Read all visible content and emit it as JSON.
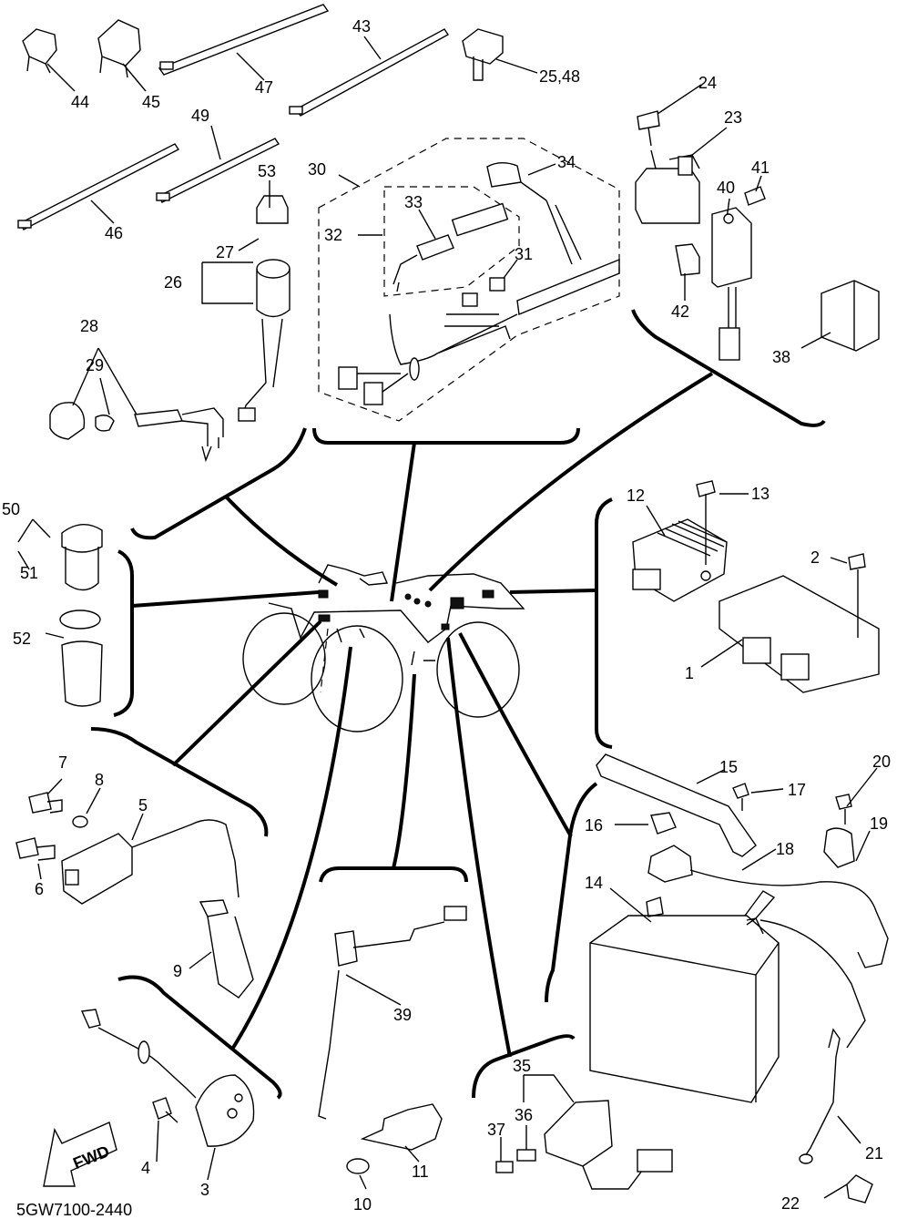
{
  "diagram": {
    "code": "5GW7100-2440",
    "fwd_label": "FWD",
    "callouts": [
      {
        "id": "c1",
        "text": "1"
      },
      {
        "id": "c2",
        "text": "2"
      },
      {
        "id": "c3",
        "text": "3"
      },
      {
        "id": "c4",
        "text": "4"
      },
      {
        "id": "c5",
        "text": "5"
      },
      {
        "id": "c6",
        "text": "6"
      },
      {
        "id": "c7",
        "text": "7"
      },
      {
        "id": "c8",
        "text": "8"
      },
      {
        "id": "c9",
        "text": "9"
      },
      {
        "id": "c10",
        "text": "10"
      },
      {
        "id": "c11",
        "text": "11"
      },
      {
        "id": "c12",
        "text": "12"
      },
      {
        "id": "c13",
        "text": "13"
      },
      {
        "id": "c14",
        "text": "14"
      },
      {
        "id": "c15",
        "text": "15"
      },
      {
        "id": "c16",
        "text": "16"
      },
      {
        "id": "c17",
        "text": "17"
      },
      {
        "id": "c18",
        "text": "18"
      },
      {
        "id": "c19",
        "text": "19"
      },
      {
        "id": "c20",
        "text": "20"
      },
      {
        "id": "c21",
        "text": "21"
      },
      {
        "id": "c22",
        "text": "22"
      },
      {
        "id": "c23",
        "text": "23"
      },
      {
        "id": "c24",
        "text": "24"
      },
      {
        "id": "c25",
        "text": "25,48"
      },
      {
        "id": "c26",
        "text": "26"
      },
      {
        "id": "c27",
        "text": "27"
      },
      {
        "id": "c28",
        "text": "28"
      },
      {
        "id": "c29",
        "text": "29"
      },
      {
        "id": "c30",
        "text": "30"
      },
      {
        "id": "c31",
        "text": "31"
      },
      {
        "id": "c32",
        "text": "32"
      },
      {
        "id": "c33",
        "text": "33"
      },
      {
        "id": "c34",
        "text": "34"
      },
      {
        "id": "c35",
        "text": "35"
      },
      {
        "id": "c36",
        "text": "36"
      },
      {
        "id": "c37",
        "text": "37"
      },
      {
        "id": "c38",
        "text": "38"
      },
      {
        "id": "c39",
        "text": "39"
      },
      {
        "id": "c40",
        "text": "40"
      },
      {
        "id": "c41",
        "text": "41"
      },
      {
        "id": "c42",
        "text": "42"
      },
      {
        "id": "c43",
        "text": "43"
      },
      {
        "id": "c44",
        "text": "44"
      },
      {
        "id": "c45",
        "text": "45"
      },
      {
        "id": "c46",
        "text": "46"
      },
      {
        "id": "c47",
        "text": "47"
      },
      {
        "id": "c49",
        "text": "49"
      },
      {
        "id": "c50",
        "text": "50"
      },
      {
        "id": "c51",
        "text": "51"
      },
      {
        "id": "c52",
        "text": "52"
      },
      {
        "id": "c53",
        "text": "53"
      }
    ]
  }
}
